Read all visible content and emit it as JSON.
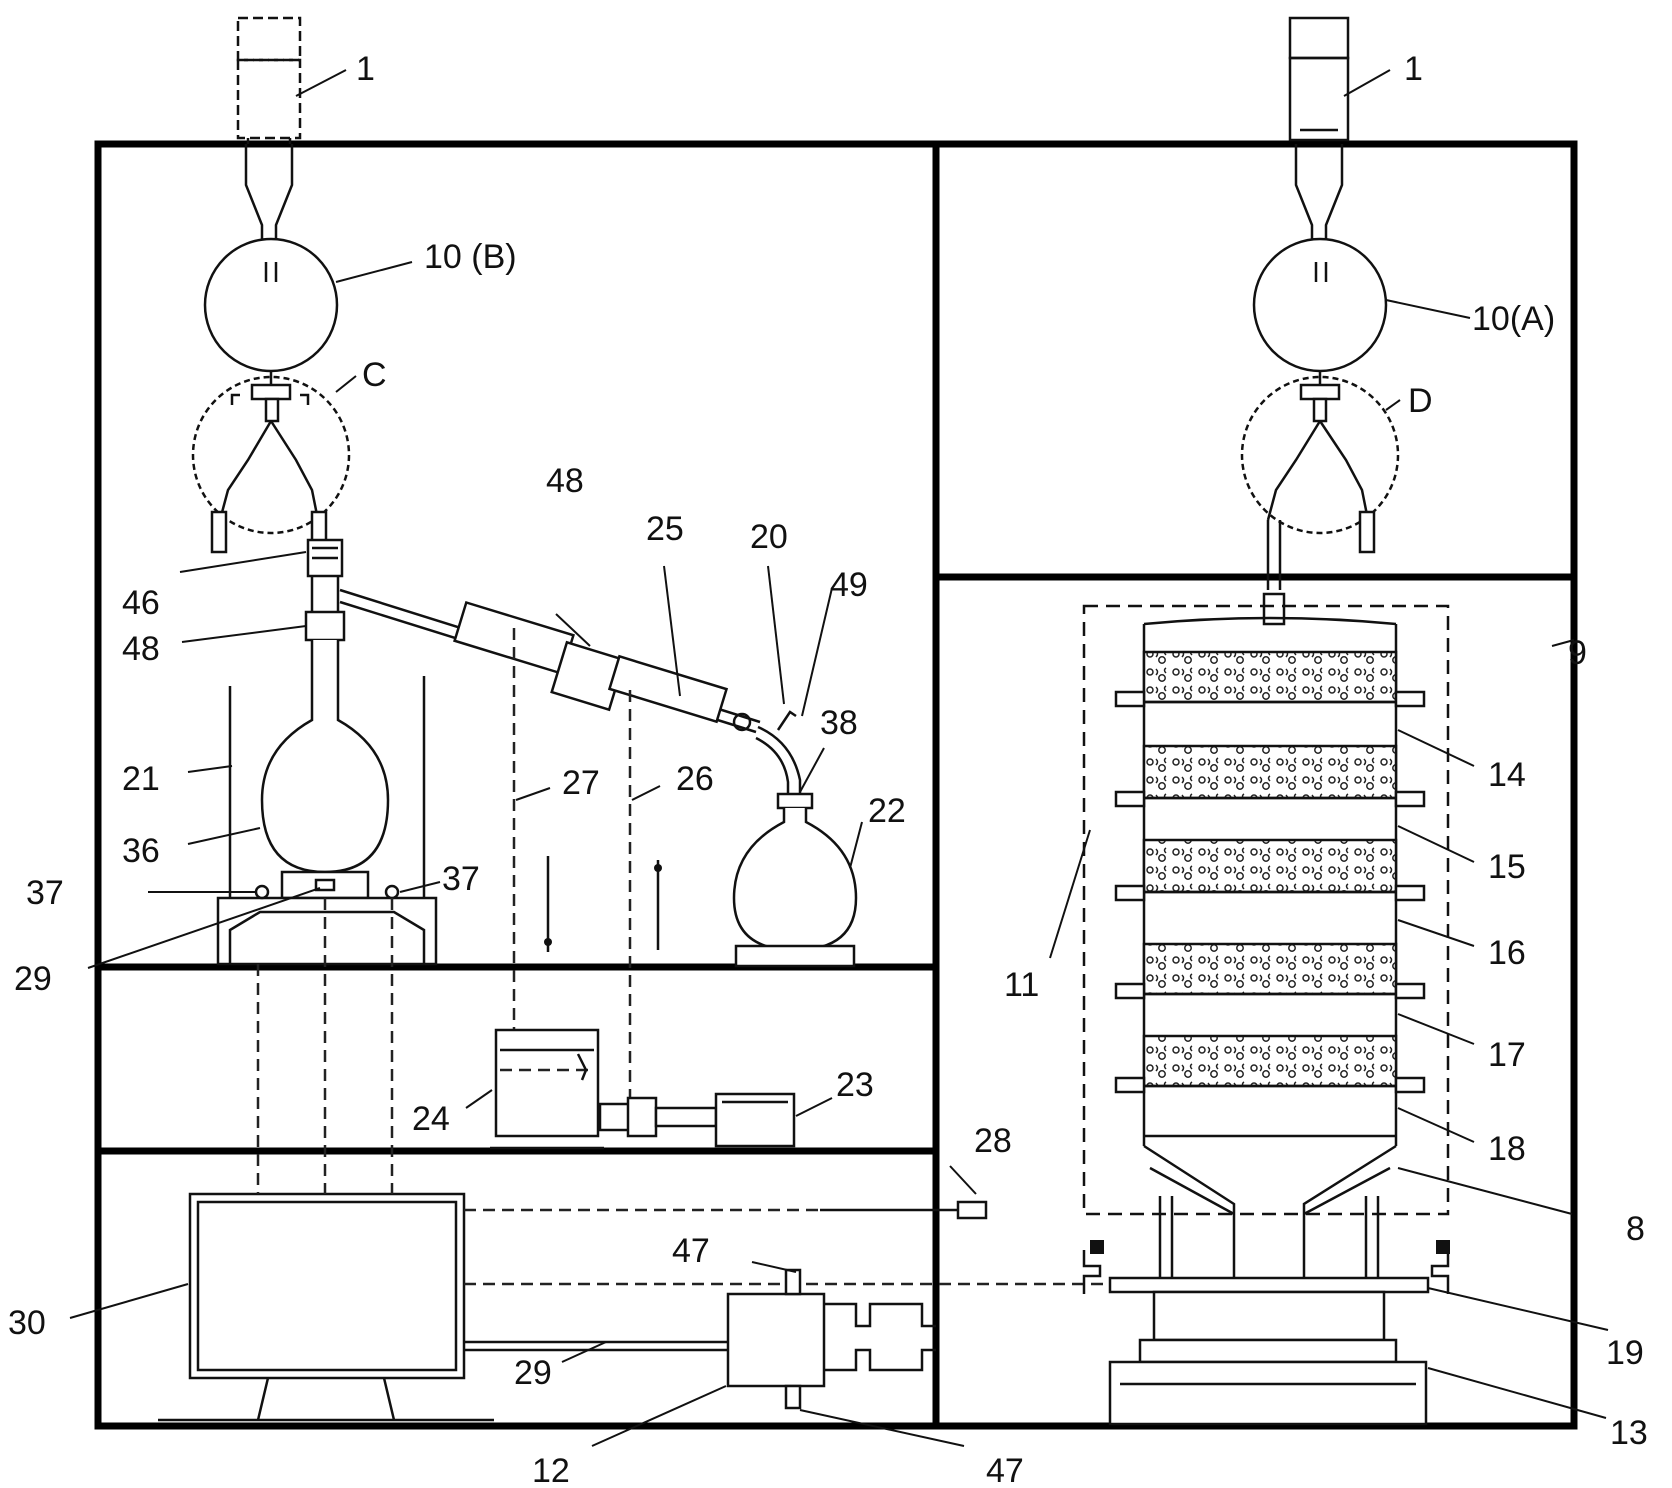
{
  "labels": {
    "l1_left": "1",
    "l1_right": "1",
    "l10B": "10 (B)",
    "l10A": "10(A)",
    "lC": "C",
    "lD": "D",
    "l48_top": "48",
    "l25": "25",
    "l20": "20",
    "l49": "49",
    "l46": "46",
    "l48_left": "48",
    "l38": "38",
    "l9": "9",
    "l27": "27",
    "l26": "26",
    "l22": "22",
    "l21": "21",
    "l36": "36",
    "l37_left": "37",
    "l37_right": "37",
    "l29_top": "29",
    "l14": "14",
    "l15": "15",
    "l16": "16",
    "l17": "17",
    "l18": "18",
    "l11": "11",
    "l24": "24",
    "l23": "23",
    "l28": "28",
    "l8": "8",
    "l47_top": "47",
    "l19": "19",
    "l30": "30",
    "l29_bottom": "29",
    "l13": "13",
    "l12": "12",
    "l47_bottom": "47"
  }
}
